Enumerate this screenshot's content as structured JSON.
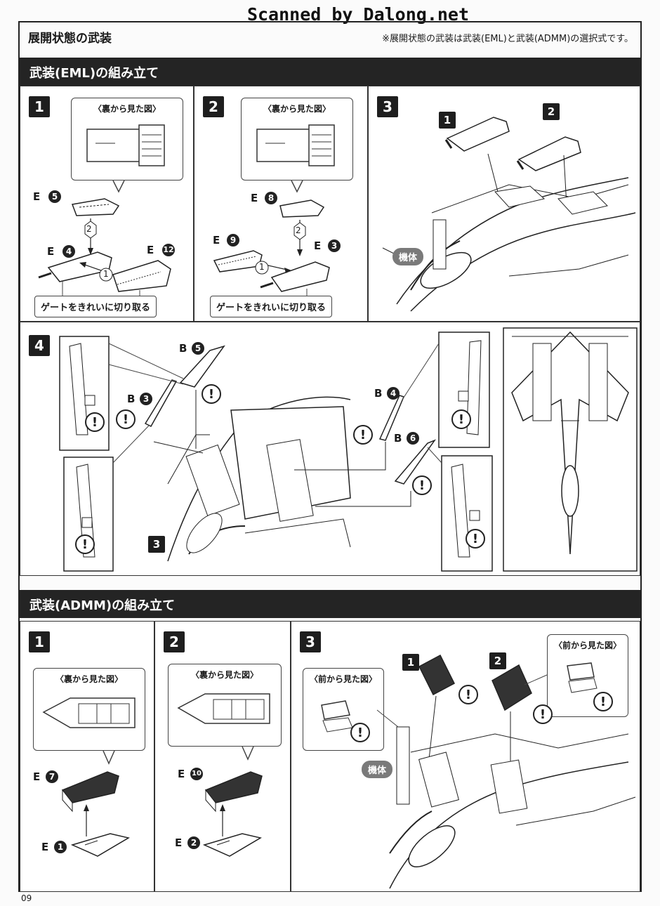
{
  "watermark": "Scanned by Dalong.net",
  "header": {
    "title": "展開状態の武装",
    "note": "※展開状態の武装は武装(EML)と武装(ADMM)の選択式です。"
  },
  "sections": [
    {
      "title": "武装(EML)の組み立て",
      "steps": [
        {
          "number": "1",
          "callout": "〈裏から見た図〉",
          "parts": [
            "E",
            "E",
            "E"
          ],
          "gate_note": "ゲートをきれいに切り取る"
        },
        {
          "number": "2",
          "callout": "〈裏から見た図〉",
          "parts": [
            "E",
            "E",
            "E"
          ],
          "gate_note": "ゲートをきれいに切り取る"
        },
        {
          "number": "3",
          "badges": [
            "1",
            "2"
          ],
          "body_label": "機体"
        },
        {
          "number": "4",
          "parts": [
            "B",
            "B",
            "B",
            "B"
          ],
          "ref_step": "3"
        }
      ]
    },
    {
      "title": "武装(ADMM)の組み立て",
      "steps": [
        {
          "number": "1",
          "callout": "〈裏から見た図〉",
          "parts": [
            "E",
            "E"
          ]
        },
        {
          "number": "2",
          "callout": "〈裏から見た図〉",
          "parts": [
            "E",
            "E"
          ]
        },
        {
          "number": "3",
          "callout_left": "〈前から見た図〉",
          "callout_right": "〈前から見た図〉",
          "badges": [
            "1",
            "2"
          ],
          "body_label": "機体"
        }
      ]
    }
  ],
  "markers": {
    "part_numbers": [
      "5",
      "4",
      "12",
      "8",
      "9",
      "3",
      "5",
      "3",
      "4",
      "6",
      "7",
      "1",
      "10",
      "2"
    ],
    "assembly_order": [
      "1",
      "2"
    ],
    "warning": "!"
  },
  "footer": {
    "page_number": "09"
  }
}
